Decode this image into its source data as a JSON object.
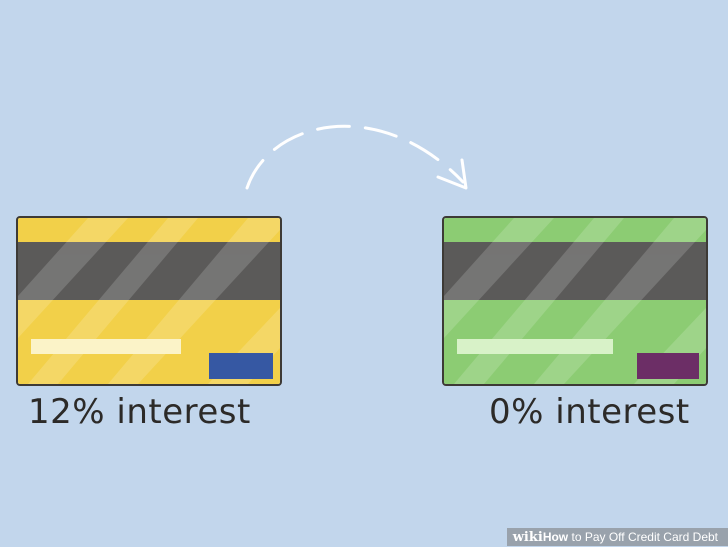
{
  "scene": {
    "background_color": "#c2d6ec"
  },
  "cards": [
    {
      "caption": "12% interest",
      "color": "#f2d049",
      "stripe_color": "#5b5a59",
      "label_color": "#fbf3c8",
      "chip_color": "#3658a3"
    },
    {
      "caption": "0% interest",
      "color": "#8ccc73",
      "stripe_color": "#5b5a59",
      "label_color": "#d8f2c8",
      "chip_color": "#6c2e66"
    }
  ],
  "watermark": {
    "brand": "wiki",
    "how": "How",
    "title": " to Pay Off Credit Card Debt"
  }
}
